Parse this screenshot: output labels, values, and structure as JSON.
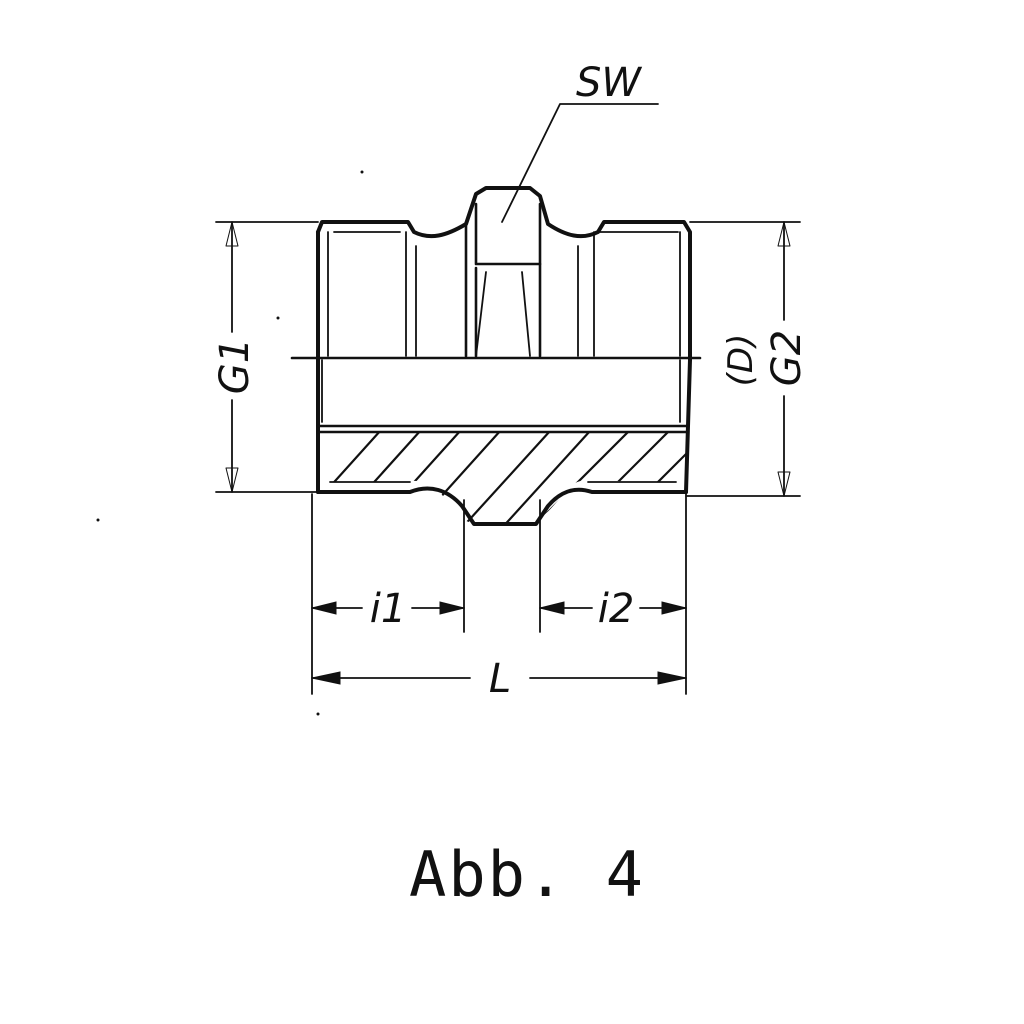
{
  "labels": {
    "sw": "SW",
    "g1": "G1",
    "g2": "G2",
    "d": "(D)",
    "i1": "i1",
    "i2": "i2",
    "l": "L"
  },
  "caption": "Abb. 4",
  "colors": {
    "ink": "#111111",
    "paper": "#ffffff"
  }
}
